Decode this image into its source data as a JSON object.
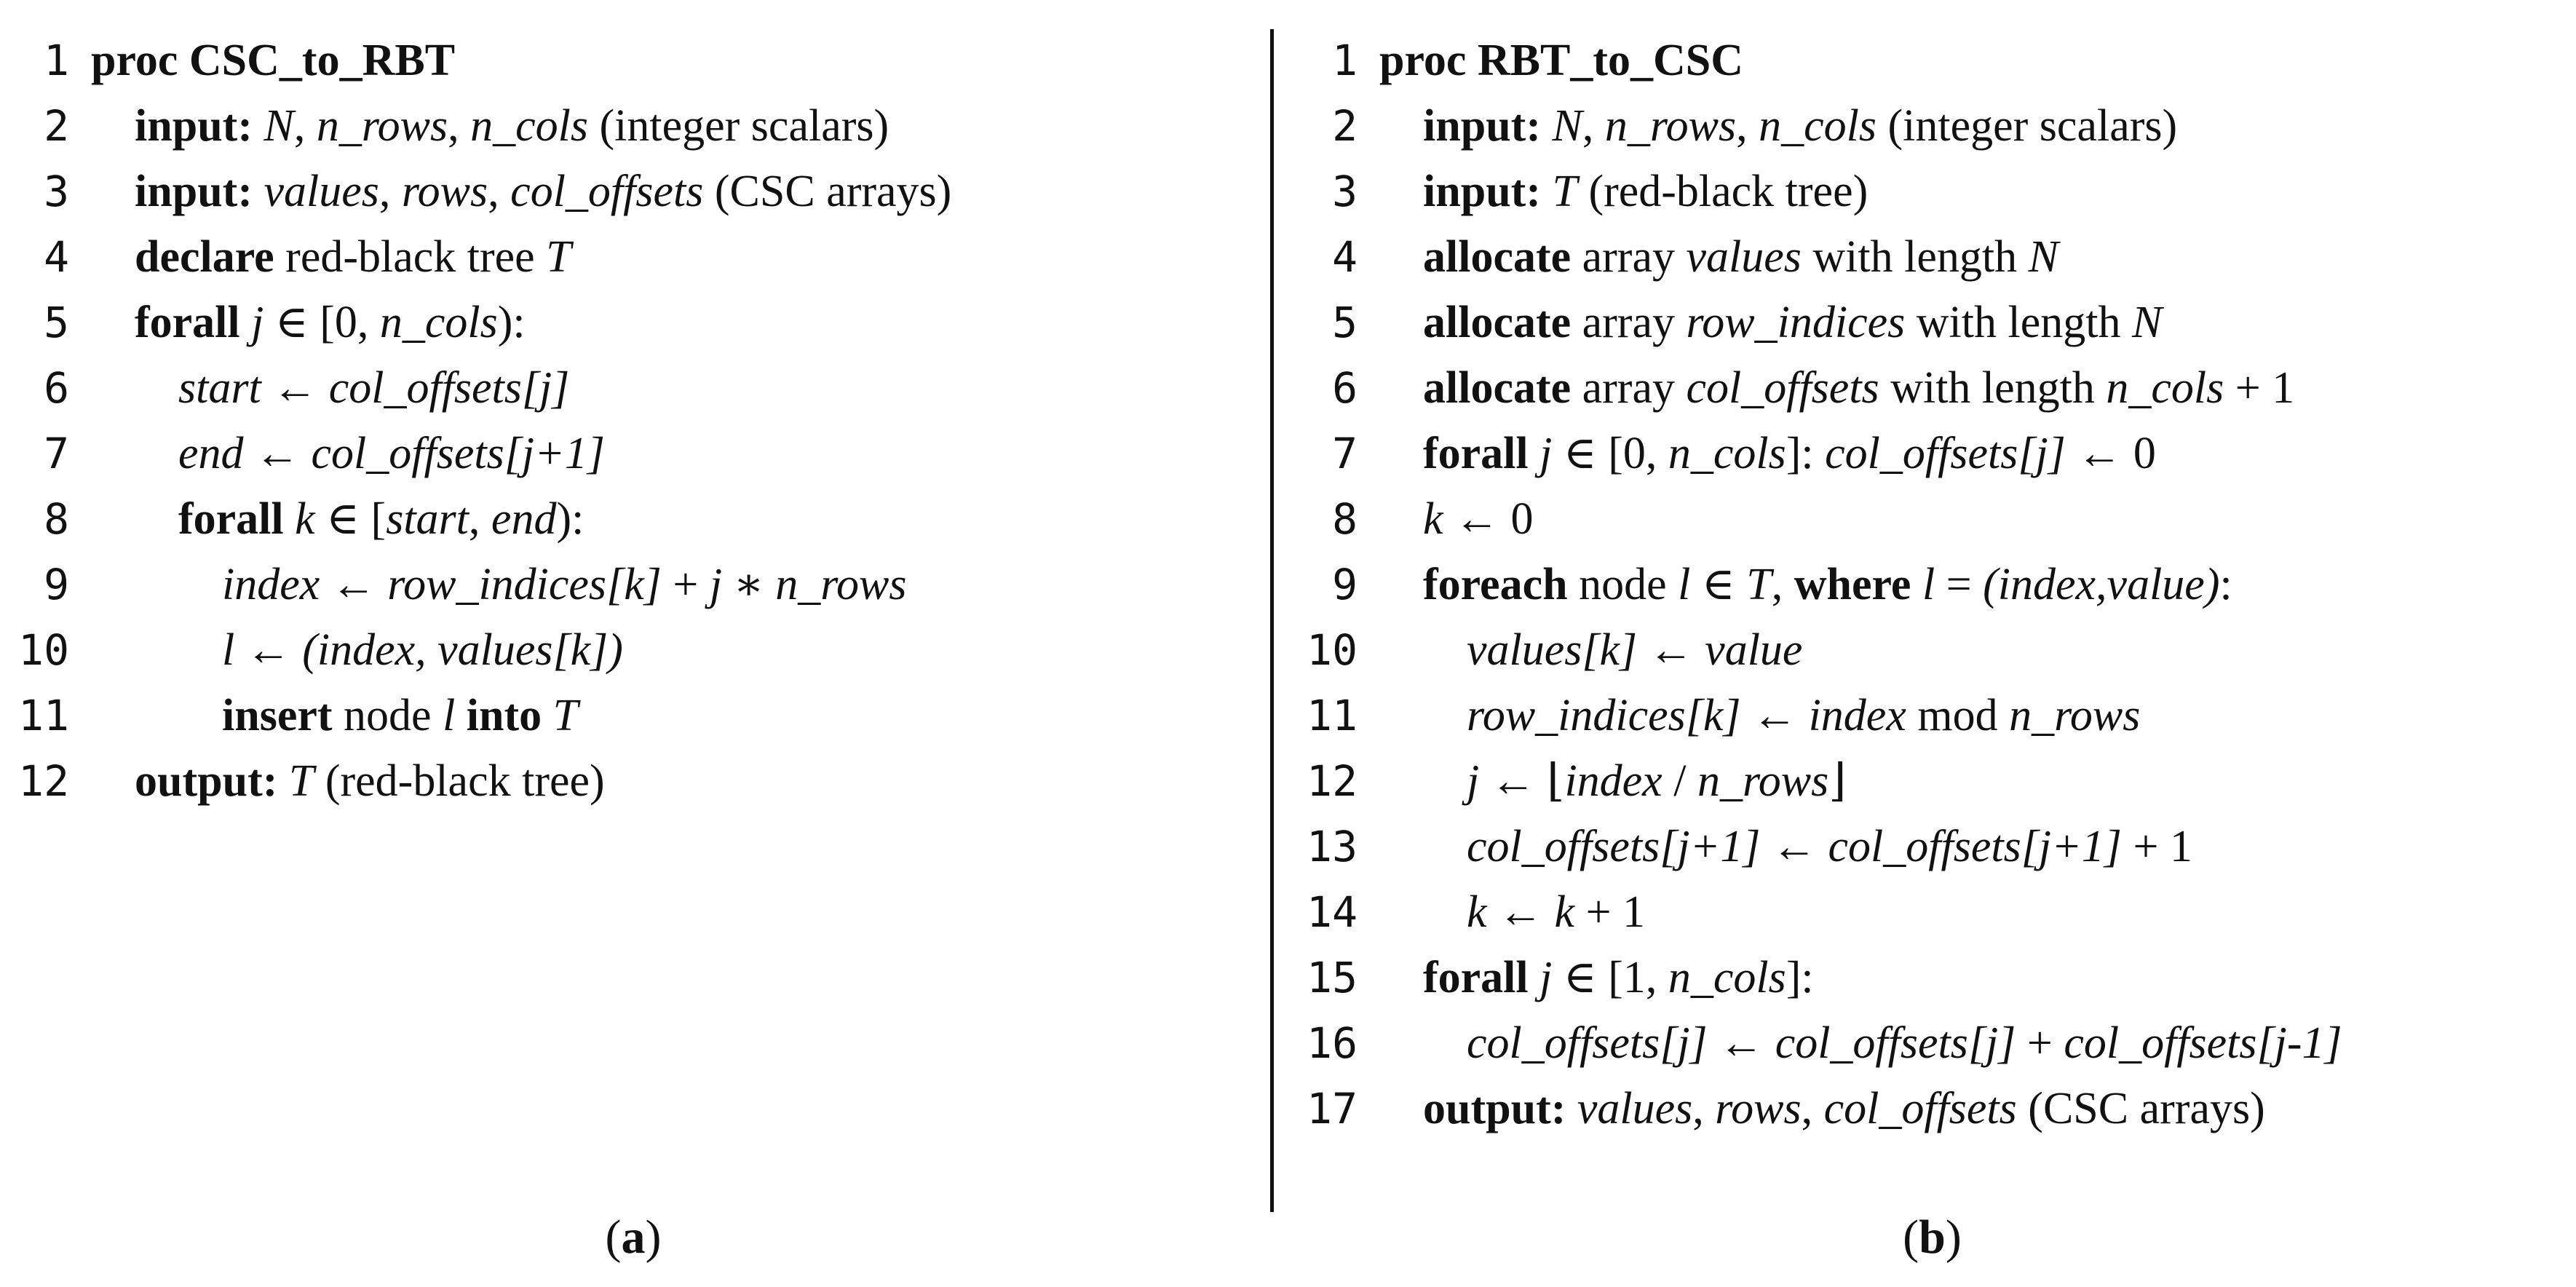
{
  "panel_a": {
    "caption": [
      "(",
      "a",
      ")"
    ],
    "lines": [
      {
        "n": "1",
        "indent": 0,
        "parts": [
          [
            "kw",
            "proc CSC_to_RBT"
          ]
        ]
      },
      {
        "n": "2",
        "indent": 1,
        "parts": [
          [
            "kw",
            "input:"
          ],
          [
            "",
            " "
          ],
          [
            "it",
            "N"
          ],
          [
            "",
            ", "
          ],
          [
            "it",
            "n_rows"
          ],
          [
            "",
            ", "
          ],
          [
            "it",
            "n_cols"
          ],
          [
            "",
            " (integer scalars)"
          ]
        ]
      },
      {
        "n": "3",
        "indent": 1,
        "parts": [
          [
            "kw",
            "input:"
          ],
          [
            "",
            " "
          ],
          [
            "it",
            "values"
          ],
          [
            "",
            ", "
          ],
          [
            "it",
            "rows"
          ],
          [
            "",
            ", "
          ],
          [
            "it",
            "col_offsets"
          ],
          [
            "",
            " (CSC arrays)"
          ]
        ]
      },
      {
        "n": "4",
        "indent": 1,
        "parts": [
          [
            "kw",
            "declare"
          ],
          [
            "",
            " red-black tree "
          ],
          [
            "it",
            "T"
          ]
        ]
      },
      {
        "n": "5",
        "indent": 1,
        "parts": [
          [
            "kw",
            "forall"
          ],
          [
            "",
            " "
          ],
          [
            "it",
            "j"
          ],
          [
            "",
            " ∈ [0, "
          ],
          [
            "it",
            "n_cols"
          ],
          [
            "",
            "):"
          ]
        ]
      },
      {
        "n": "6",
        "indent": 2,
        "parts": [
          [
            "it",
            "start"
          ],
          [
            "",
            " ← "
          ],
          [
            "it",
            "col_offsets[j]"
          ]
        ]
      },
      {
        "n": "7",
        "indent": 2,
        "parts": [
          [
            "it",
            "end"
          ],
          [
            "",
            " ← "
          ],
          [
            "it",
            "col_offsets[j+1]"
          ]
        ]
      },
      {
        "n": "8",
        "indent": 2,
        "parts": [
          [
            "kw",
            "forall"
          ],
          [
            "",
            " "
          ],
          [
            "it",
            "k"
          ],
          [
            "",
            " ∈ ["
          ],
          [
            "it",
            "start"
          ],
          [
            "",
            ", "
          ],
          [
            "it",
            "end"
          ],
          [
            "",
            "):"
          ]
        ]
      },
      {
        "n": "9",
        "indent": 3,
        "parts": [
          [
            "it",
            "index"
          ],
          [
            "",
            " ← "
          ],
          [
            "it",
            "row_indices[k]"
          ],
          [
            "",
            " + "
          ],
          [
            "it",
            "j"
          ],
          [
            "",
            " ∗ "
          ],
          [
            "it",
            "n_rows"
          ]
        ]
      },
      {
        "n": "10",
        "indent": 3,
        "parts": [
          [
            "it",
            "l"
          ],
          [
            "",
            " ← "
          ],
          [
            "it",
            "(index, values[k])"
          ]
        ]
      },
      {
        "n": "11",
        "indent": 3,
        "parts": [
          [
            "kw",
            "insert"
          ],
          [
            "",
            " node "
          ],
          [
            "it",
            "l"
          ],
          [
            "",
            " "
          ],
          [
            "kw",
            "into"
          ],
          [
            "",
            " "
          ],
          [
            "it",
            "T"
          ]
        ]
      },
      {
        "n": "12",
        "indent": 1,
        "parts": [
          [
            "kw",
            "output:"
          ],
          [
            "",
            " "
          ],
          [
            "it",
            "T"
          ],
          [
            "",
            " (red-black tree)"
          ]
        ]
      }
    ]
  },
  "panel_b": {
    "caption": [
      "(",
      "b",
      ")"
    ],
    "lines": [
      {
        "n": "1",
        "indent": 0,
        "parts": [
          [
            "kw",
            "proc RBT_to_CSC"
          ]
        ]
      },
      {
        "n": "2",
        "indent": 1,
        "parts": [
          [
            "kw",
            "input:"
          ],
          [
            "",
            " "
          ],
          [
            "it",
            "N"
          ],
          [
            "",
            ", "
          ],
          [
            "it",
            "n_rows"
          ],
          [
            "",
            ", "
          ],
          [
            "it",
            "n_cols"
          ],
          [
            "",
            " (integer scalars)"
          ]
        ]
      },
      {
        "n": "3",
        "indent": 1,
        "parts": [
          [
            "kw",
            "input:"
          ],
          [
            "",
            " "
          ],
          [
            "it",
            "T"
          ],
          [
            "",
            " (red-black tree)"
          ]
        ]
      },
      {
        "n": "4",
        "indent": 1,
        "parts": [
          [
            "kw",
            "allocate"
          ],
          [
            "",
            " array "
          ],
          [
            "it",
            "values"
          ],
          [
            "",
            " with length "
          ],
          [
            "it",
            "N"
          ]
        ]
      },
      {
        "n": "5",
        "indent": 1,
        "parts": [
          [
            "kw",
            "allocate"
          ],
          [
            "",
            " array "
          ],
          [
            "it",
            "row_indices"
          ],
          [
            "",
            " with length "
          ],
          [
            "it",
            "N"
          ]
        ]
      },
      {
        "n": "6",
        "indent": 1,
        "parts": [
          [
            "kw",
            "allocate"
          ],
          [
            "",
            " array "
          ],
          [
            "it",
            "col_offsets"
          ],
          [
            "",
            " with length "
          ],
          [
            "it",
            "n_cols"
          ],
          [
            "",
            " + 1"
          ]
        ]
      },
      {
        "n": "7",
        "indent": 1,
        "parts": [
          [
            "kw",
            "forall"
          ],
          [
            "",
            " "
          ],
          [
            "it",
            "j"
          ],
          [
            "",
            " ∈ [0, "
          ],
          [
            "it",
            "n_cols"
          ],
          [
            "",
            "]: "
          ],
          [
            "it",
            "col_offsets[j]"
          ],
          [
            "",
            " ← 0"
          ]
        ]
      },
      {
        "n": "8",
        "indent": 1,
        "parts": [
          [
            "it",
            "k"
          ],
          [
            "",
            " ← 0"
          ]
        ]
      },
      {
        "n": "9",
        "indent": 1,
        "parts": [
          [
            "kw",
            "foreach"
          ],
          [
            "",
            " node "
          ],
          [
            "it",
            "l"
          ],
          [
            "",
            " ∈ "
          ],
          [
            "it",
            "T"
          ],
          [
            "",
            ", "
          ],
          [
            "kw",
            "where"
          ],
          [
            "",
            " "
          ],
          [
            "it",
            "l"
          ],
          [
            "",
            " = "
          ],
          [
            "it",
            "(index,value)"
          ],
          [
            "",
            ":"
          ]
        ]
      },
      {
        "n": "10",
        "indent": 2,
        "parts": [
          [
            "it",
            "values[k]"
          ],
          [
            "",
            " ← "
          ],
          [
            "it",
            "value"
          ]
        ]
      },
      {
        "n": "11",
        "indent": 2,
        "parts": [
          [
            "it",
            "row_indices[k]"
          ],
          [
            "",
            " ← "
          ],
          [
            "it",
            "index"
          ],
          [
            "",
            " mod "
          ],
          [
            "it",
            "n_rows"
          ]
        ]
      },
      {
        "n": "12",
        "indent": 2,
        "parts": [
          [
            "it",
            "j"
          ],
          [
            "",
            " ← ⌊"
          ],
          [
            "it",
            "index"
          ],
          [
            "",
            " / "
          ],
          [
            "it",
            "n_rows"
          ],
          [
            "",
            "⌋"
          ]
        ]
      },
      {
        "n": "13",
        "indent": 2,
        "parts": [
          [
            "it",
            "col_offsets[j+1]"
          ],
          [
            "",
            " ← "
          ],
          [
            "it",
            "col_offsets[j+1]"
          ],
          [
            "",
            " + 1"
          ]
        ]
      },
      {
        "n": "14",
        "indent": 2,
        "parts": [
          [
            "it",
            "k"
          ],
          [
            "",
            " ← "
          ],
          [
            "it",
            "k"
          ],
          [
            "",
            " + 1"
          ]
        ]
      },
      {
        "n": "15",
        "indent": 1,
        "parts": [
          [
            "kw",
            "forall"
          ],
          [
            "",
            " "
          ],
          [
            "it",
            "j"
          ],
          [
            "",
            " ∈ [1, "
          ],
          [
            "it",
            "n_cols"
          ],
          [
            "",
            "]:"
          ]
        ]
      },
      {
        "n": "16",
        "indent": 2,
        "parts": [
          [
            "it",
            "col_offsets[j]"
          ],
          [
            "",
            " ← "
          ],
          [
            "it",
            "col_offsets[j]"
          ],
          [
            "",
            " + "
          ],
          [
            "it",
            "col_offsets[j-1]"
          ]
        ]
      },
      {
        "n": "17",
        "indent": 1,
        "parts": [
          [
            "kw",
            "output:"
          ],
          [
            "",
            " "
          ],
          [
            "it",
            "values"
          ],
          [
            "",
            ", "
          ],
          [
            "it",
            "rows"
          ],
          [
            "",
            ", "
          ],
          [
            "it",
            "col_offsets"
          ],
          [
            "",
            " (CSC arrays)"
          ]
        ]
      }
    ]
  }
}
